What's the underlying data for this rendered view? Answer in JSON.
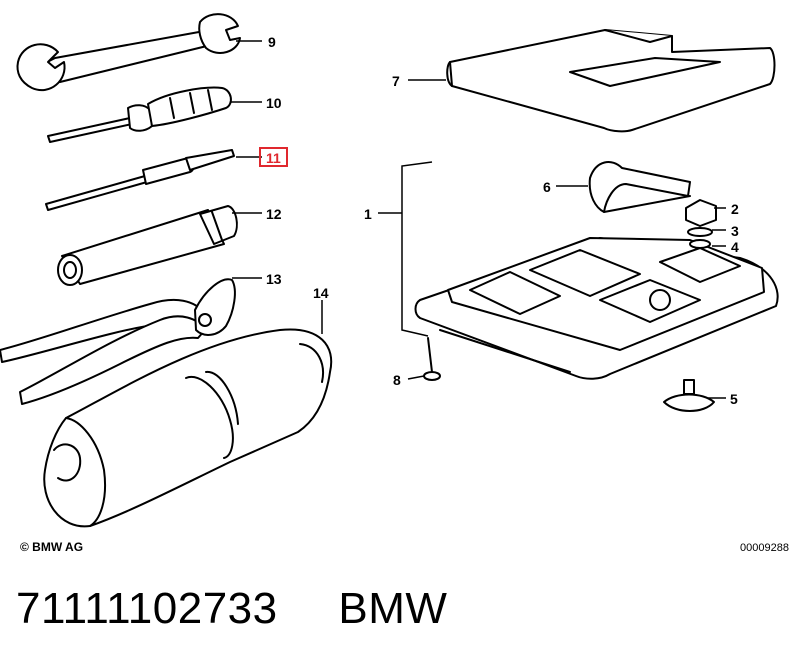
{
  "diagram": {
    "callouts": [
      {
        "id": "c1",
        "text": "1"
      },
      {
        "id": "c2",
        "text": "2"
      },
      {
        "id": "c3",
        "text": "3"
      },
      {
        "id": "c4",
        "text": "4"
      },
      {
        "id": "c5",
        "text": "5"
      },
      {
        "id": "c6",
        "text": "6"
      },
      {
        "id": "c7",
        "text": "7"
      },
      {
        "id": "c8",
        "text": "8"
      },
      {
        "id": "c9",
        "text": "9"
      },
      {
        "id": "c10",
        "text": "10"
      },
      {
        "id": "c11",
        "text": "11",
        "highlighted": true
      },
      {
        "id": "c12",
        "text": "12"
      },
      {
        "id": "c13",
        "text": "13"
      },
      {
        "id": "c14",
        "text": "14"
      }
    ],
    "highlight_color": "#e0282e",
    "line_color": "#000000",
    "fill_color": "#ffffff"
  },
  "footer": {
    "copyright": "© BMW AG",
    "diagram_number": "00009288"
  },
  "part": {
    "number": "71111102733",
    "brand": "BMW"
  }
}
